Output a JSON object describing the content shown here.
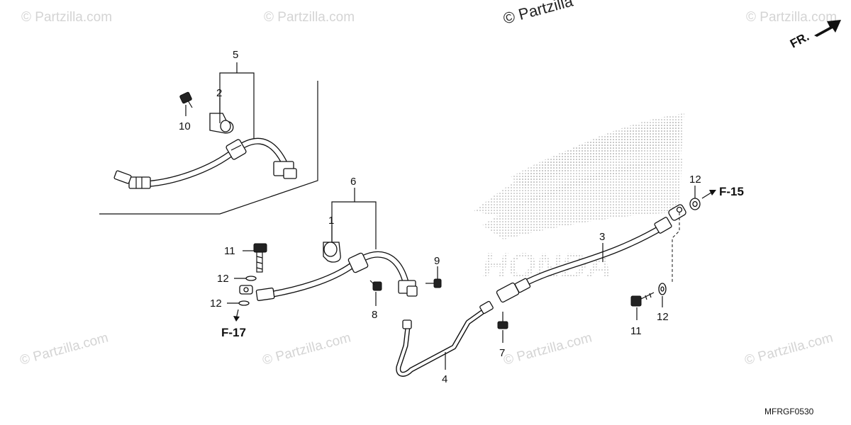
{
  "watermarks": {
    "partzilla": "© Partzilla.com",
    "top_center": "© Partzilla",
    "logo_text": "HONDA"
  },
  "callouts": {
    "c1": "1",
    "c2": "2",
    "c3": "3",
    "c4": "4",
    "c5": "5",
    "c6": "6",
    "c7": "7",
    "c8": "8",
    "c9": "9",
    "c10": "10",
    "c11a": "11",
    "c11b": "11",
    "c12a": "12",
    "c12b": "12",
    "c12c": "12",
    "c12d": "12"
  },
  "references": {
    "f15": "F-15",
    "f17": "F-17",
    "front": "FR."
  },
  "diagram_code": "MFRGF0530"
}
